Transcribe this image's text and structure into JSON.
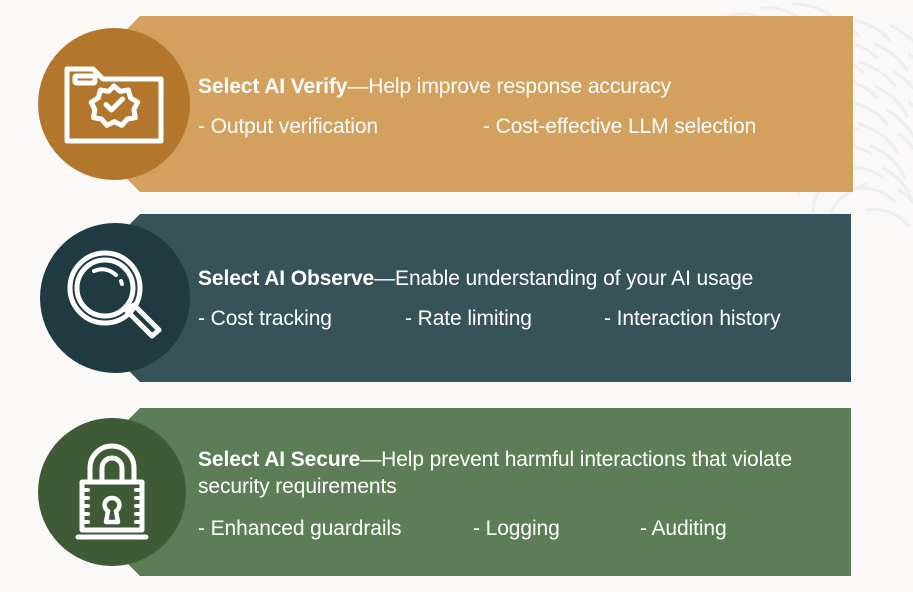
{
  "background": {
    "color": "#fbf9f7",
    "texture_name": "fingerprint-texture"
  },
  "rows": [
    {
      "id": "select-ai-verify",
      "icon": "folder-certificate-icon",
      "bar_color": "#d3a05e",
      "badge_color": "#b2772c",
      "title": "Select AI Verify",
      "dash": "—",
      "description": "Help improve response accuracy",
      "subitems": [
        "- Output verification",
        "- Cost-effective LLM selection"
      ]
    },
    {
      "id": "select-ai-observe",
      "icon": "magnifying-glass-icon",
      "bar_color": "#36535a",
      "badge_color": "#1f3a40",
      "title": "Select AI Observe",
      "dash": "—",
      "description": "Enable understanding of your AI usage",
      "subitems": [
        "- Cost tracking",
        "- Rate limiting",
        "- Interaction history"
      ]
    },
    {
      "id": "select-ai-secure",
      "icon": "padlock-icon",
      "bar_color": "#5d7d56",
      "badge_color": "#3e5b35",
      "title": "Select AI Secure",
      "dash": "—",
      "description": "Help prevent harmful interactions that violate security requirements",
      "subitems": [
        "- Enhanced guardrails",
        "- Logging",
        "- Auditing"
      ]
    }
  ]
}
